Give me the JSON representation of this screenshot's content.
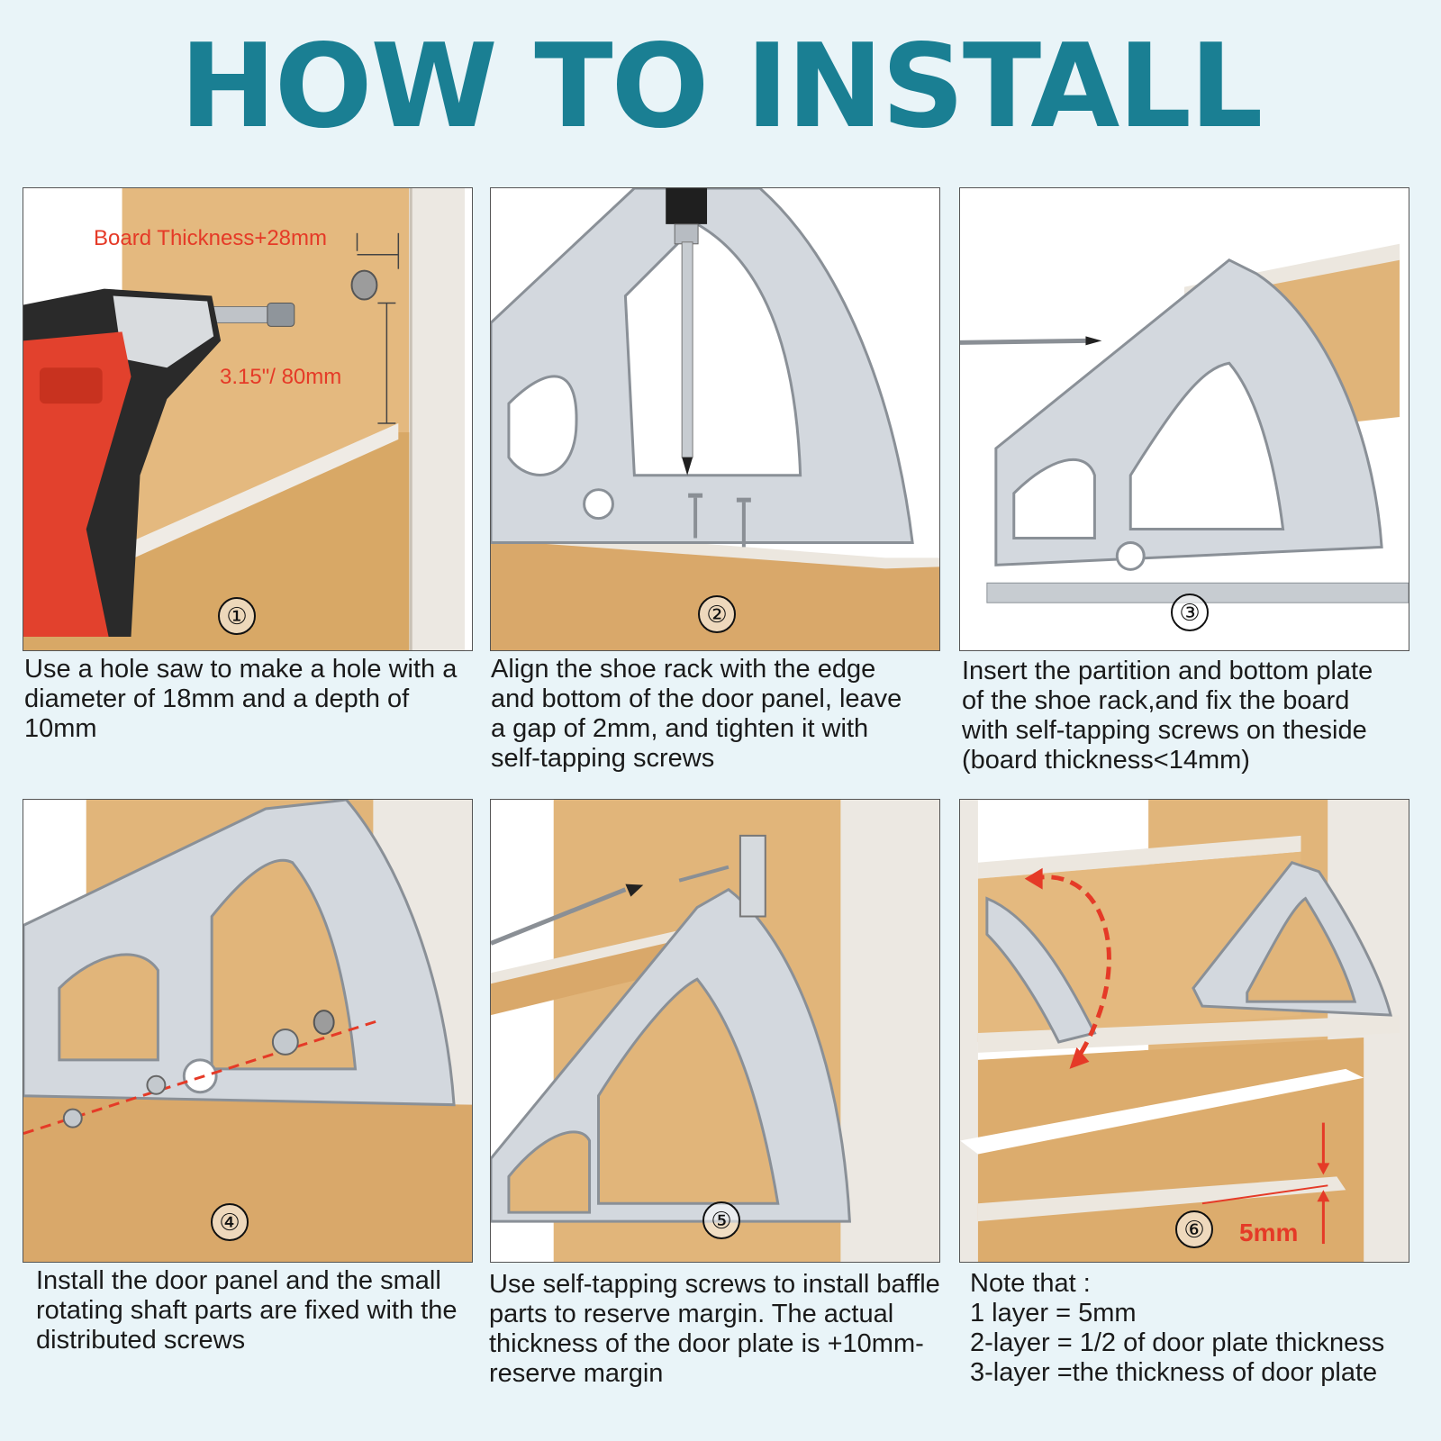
{
  "title": "HOW TO INSTALL",
  "colors": {
    "title": "#1a7f93",
    "annotation": "#e53a27",
    "wood": "#e1b57a",
    "steel": "#d3d8de"
  },
  "steps": [
    {
      "number": "①",
      "caption": "Use a hole saw to make a hole with a\ndiameter of 18mm and a depth of\n10mm",
      "annotations": {
        "board": "Board Thickness+28mm",
        "height": "3.15\"/ 80mm"
      }
    },
    {
      "number": "②",
      "caption": "Align the shoe rack with the edge\nand bottom of the door panel, leave\na gap of 2mm, and tighten it with\nself-tapping screws"
    },
    {
      "number": "③",
      "caption": "Insert the partition and bottom plate\nof the shoe rack,and fix the board\nwith self-tapping screws on theside\n(board thickness<14mm)"
    },
    {
      "number": "④",
      "caption": "Install the door panel and the small\nrotating shaft parts are fixed with the\ndistributed screws"
    },
    {
      "number": "⑤",
      "caption": "Use self-tapping screws to install baffle\nparts to reserve margin. The actual\nthickness of the door plate is +10mm-\nreserve margin"
    },
    {
      "number": "⑥",
      "caption": "Note that :\n1 layer = 5mm\n2-layer = 1/2 of door plate thickness\n3-layer =the thickness of door plate",
      "annotations": {
        "gap": "5mm"
      }
    }
  ]
}
